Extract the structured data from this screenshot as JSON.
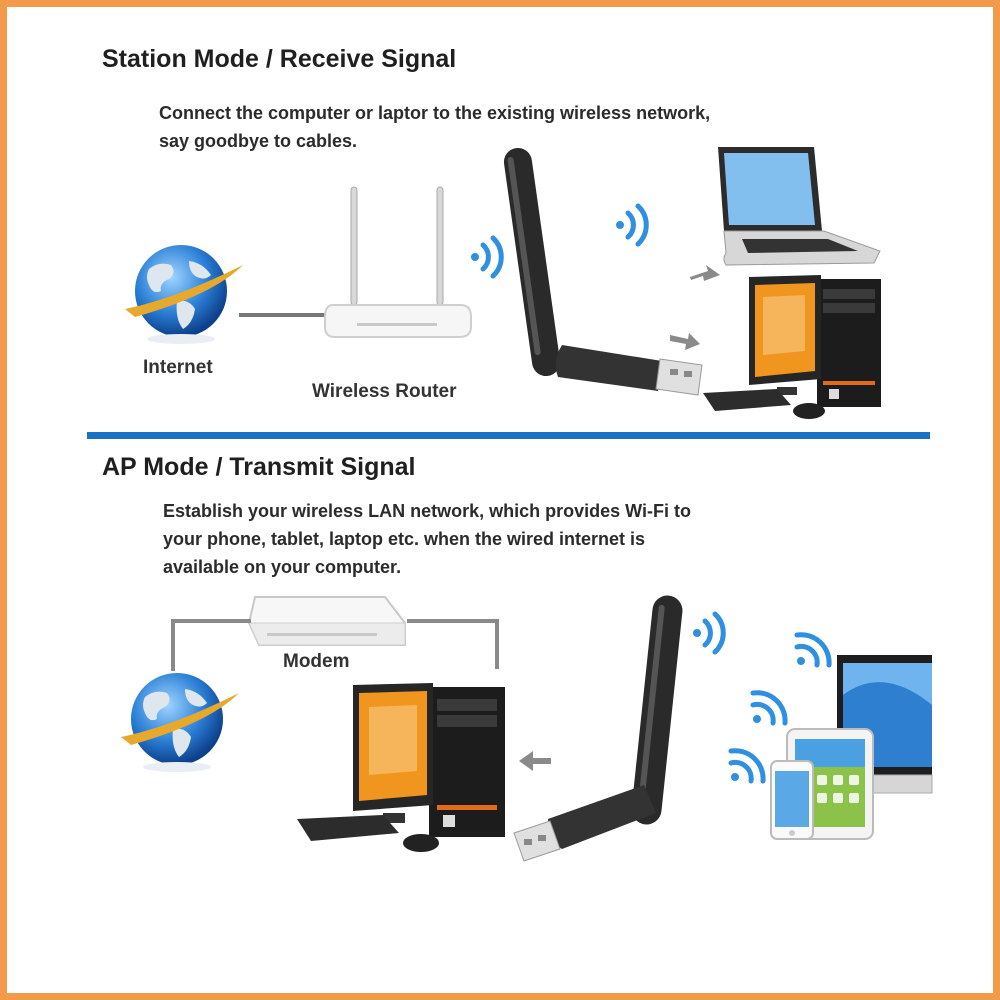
{
  "station": {
    "title": "Station Mode / Receive Signal",
    "desc_line1": "Connect the computer or laptor to the existing wireless network,",
    "desc_line2": "say goodbye to cables.",
    "label_internet": "Internet",
    "label_router": "Wireless Router"
  },
  "ap": {
    "title": "AP Mode / Transmit Signal",
    "desc_line1": "Establish your wireless LAN network, which provides Wi-Fi to",
    "desc_line2": "your phone, tablet, laptop etc. when the wired internet is",
    "desc_line3": "available on your computer.",
    "label_modem": "Modem"
  },
  "colors": {
    "border": "#f39a4a",
    "divider": "#1a72c4",
    "wifi": "#2f8fe0",
    "screen": "#f0961e"
  }
}
